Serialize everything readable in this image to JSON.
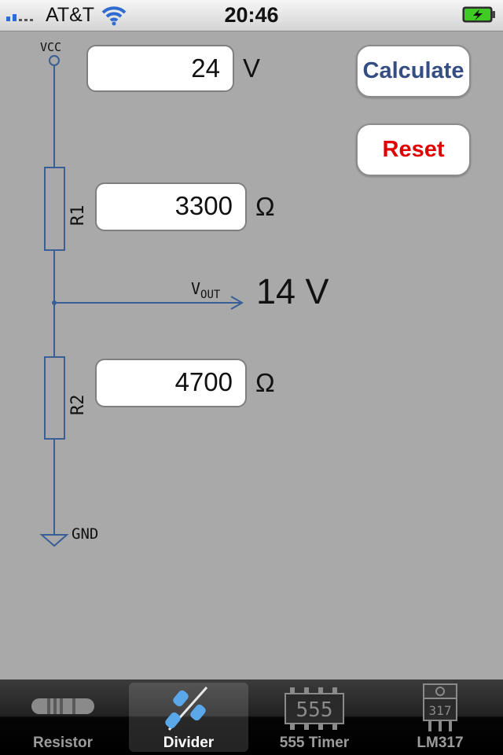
{
  "status_bar": {
    "carrier": "AT&T",
    "time": "20:46"
  },
  "schematic": {
    "vcc_label": "VCC",
    "r1_label": "R1",
    "r2_label": "R2",
    "vout_label": "V",
    "vout_sub": "OUT",
    "gnd_label": "GND"
  },
  "inputs": {
    "voltage": {
      "value": "24",
      "unit": "V"
    },
    "r1": {
      "value": "3300",
      "unit": "Ω"
    },
    "r2": {
      "value": "4700",
      "unit": "Ω"
    }
  },
  "buttons": {
    "calculate": "Calculate",
    "reset": "Reset"
  },
  "result": {
    "vout": "14 V"
  },
  "tabs": [
    {
      "label": "Resistor",
      "icon": "resistor-icon",
      "active": false
    },
    {
      "label": "Divider",
      "icon": "divider-icon",
      "active": true
    },
    {
      "label": "555 Timer",
      "icon": "555-chip-icon",
      "active": false,
      "chip_text": "555"
    },
    {
      "label": "LM317",
      "icon": "lm317-icon",
      "active": false,
      "chip_text": "317"
    }
  ],
  "colors": {
    "background": "#a9a9a9",
    "schematic_line": "#3a5f96",
    "calculate_text": "#344d82",
    "reset_text": "#e00000",
    "battery": "#3fcb24"
  }
}
